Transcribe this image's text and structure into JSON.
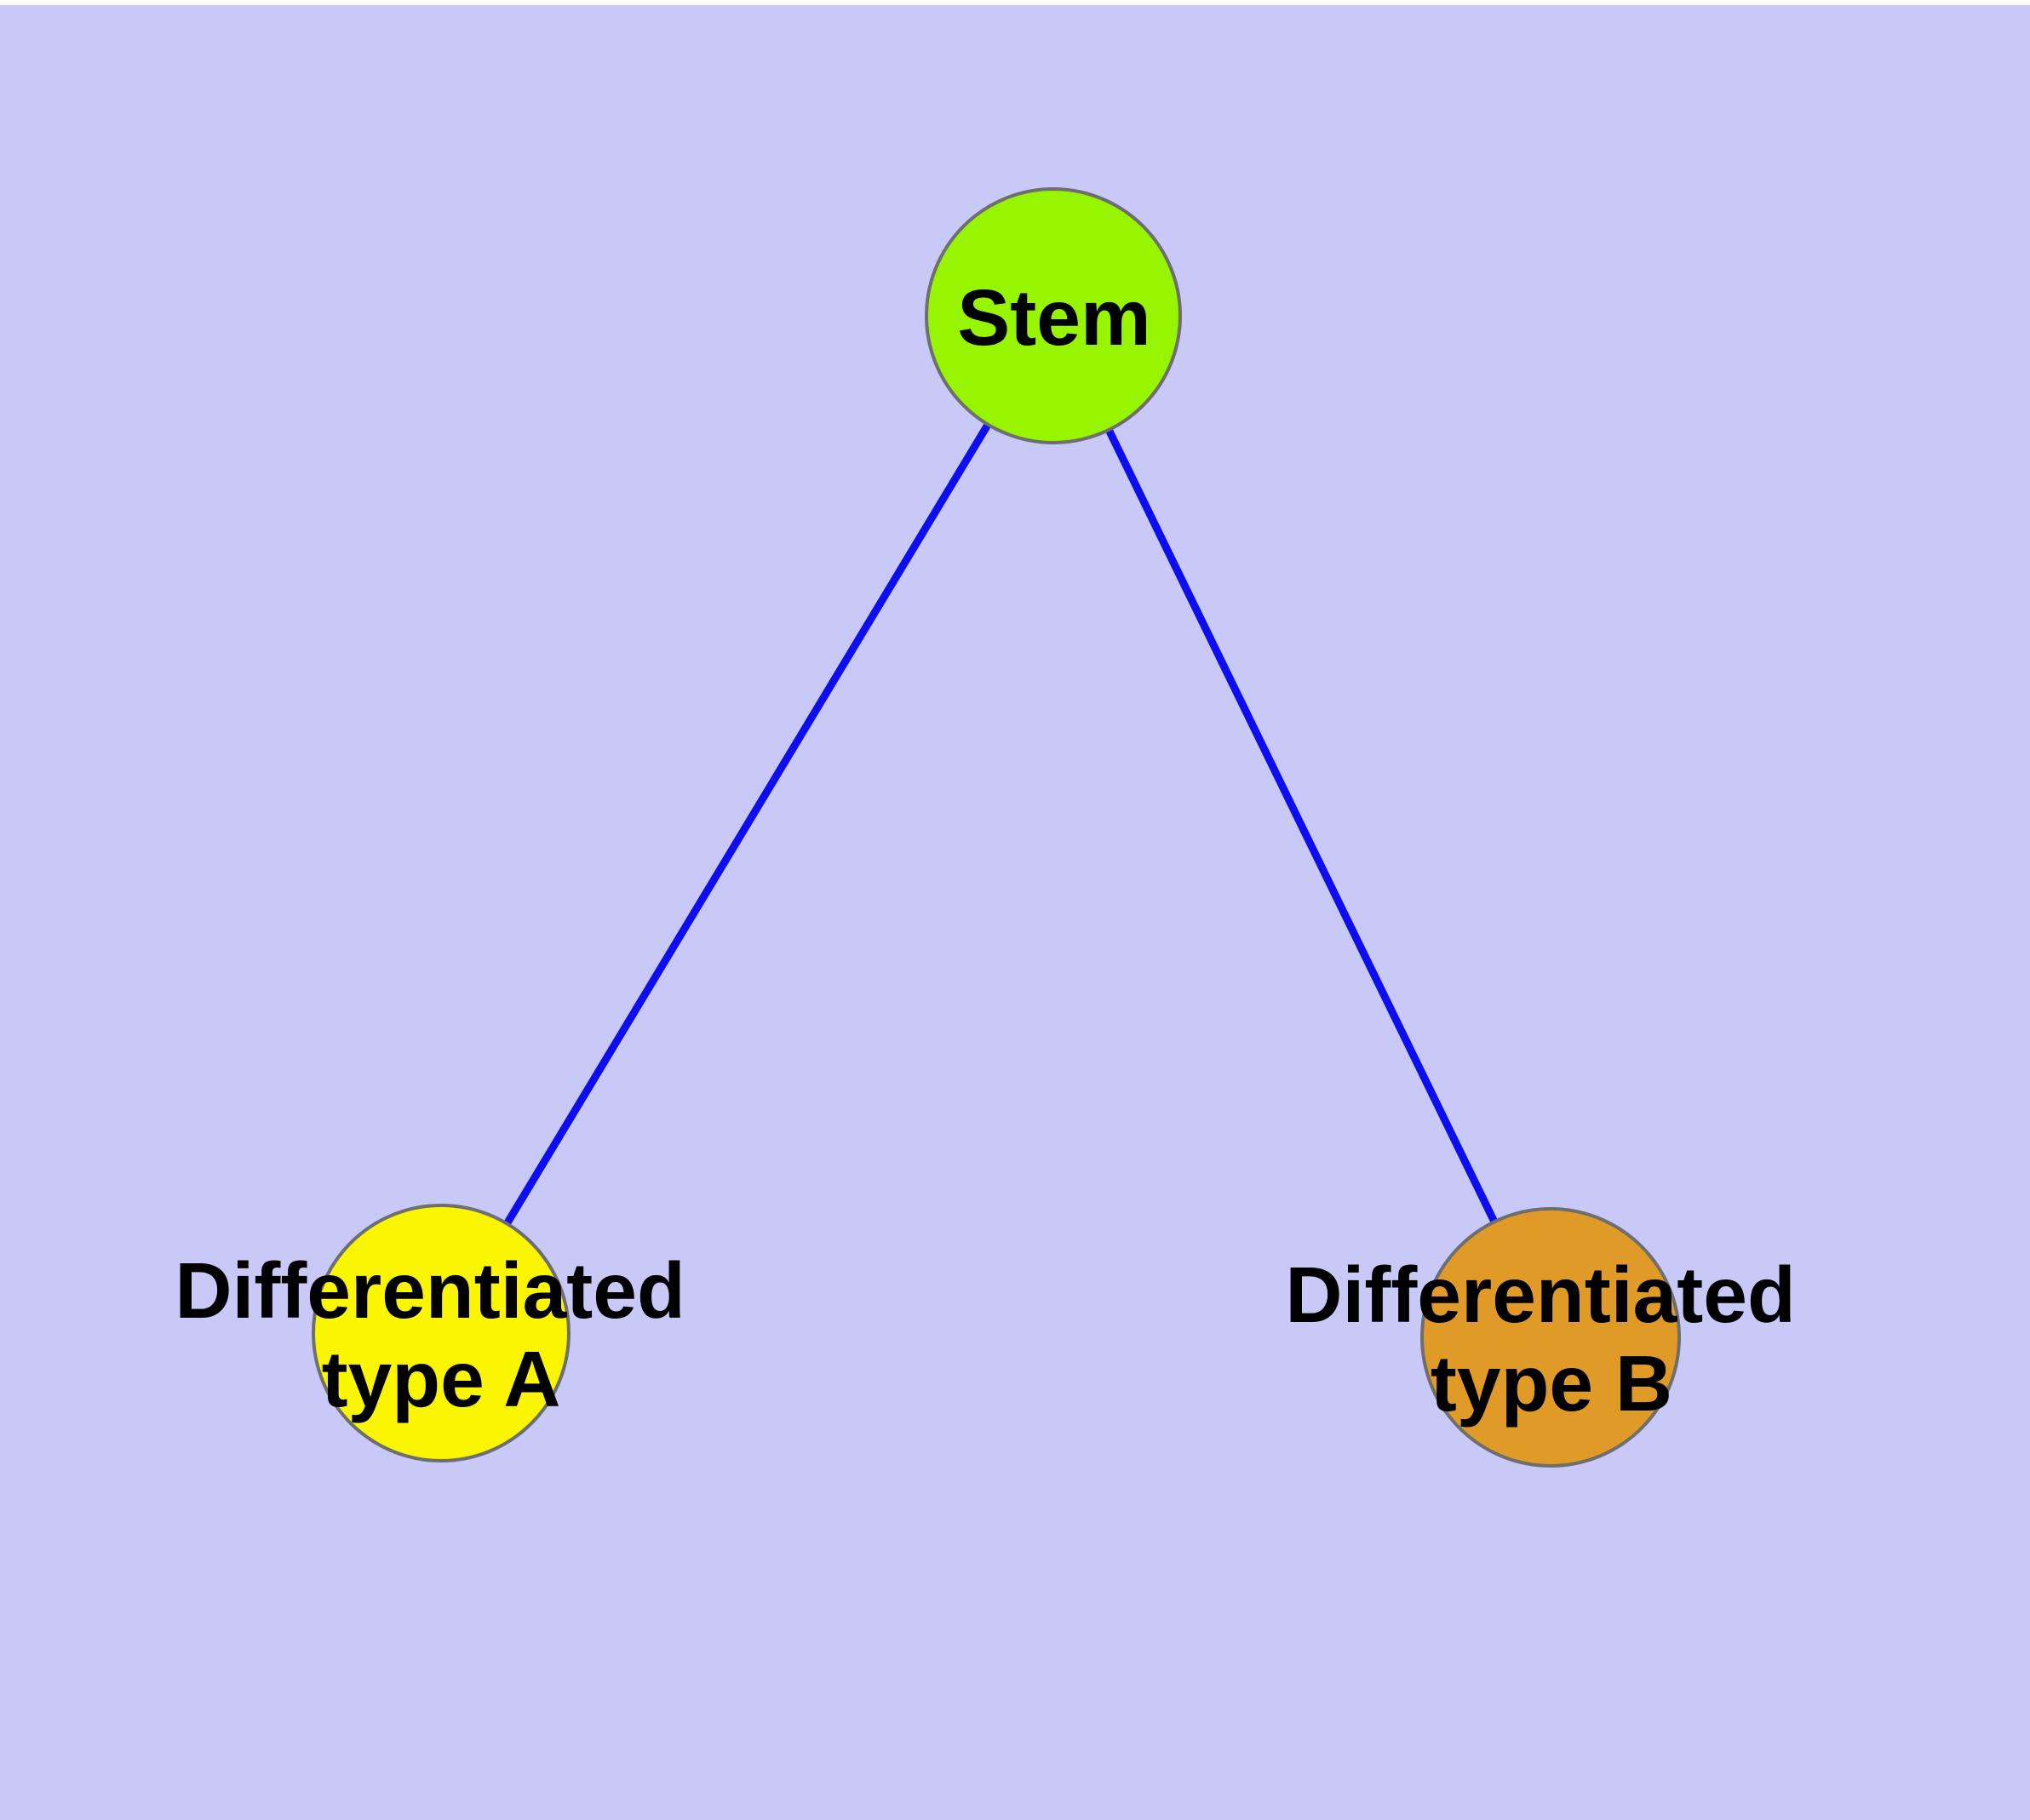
{
  "diagram": {
    "description": "Cell differentiation graph: Stem node linked to two differentiated cell type nodes",
    "background_color": "#C9C9F8",
    "top_margin_color": "#FFFFFF",
    "edge_color": "#0D0DF0",
    "node_border_color": "#6E6E6E",
    "text_color": "#000000",
    "nodes": [
      {
        "id": "stem",
        "label": "Stem",
        "fill": "#97F502"
      },
      {
        "id": "differentiated-type-a",
        "label_lines": [
          "Differentiated",
          "type A"
        ],
        "fill": "#FAF500"
      },
      {
        "id": "differentiated-type-b",
        "label_lines": [
          "Differentiated",
          "type B"
        ],
        "fill": "#E09A28"
      }
    ],
    "edges": [
      {
        "from": "Stem",
        "to": "Differentiated type A"
      },
      {
        "from": "Stem",
        "to": "Differentiated type B"
      }
    ]
  }
}
